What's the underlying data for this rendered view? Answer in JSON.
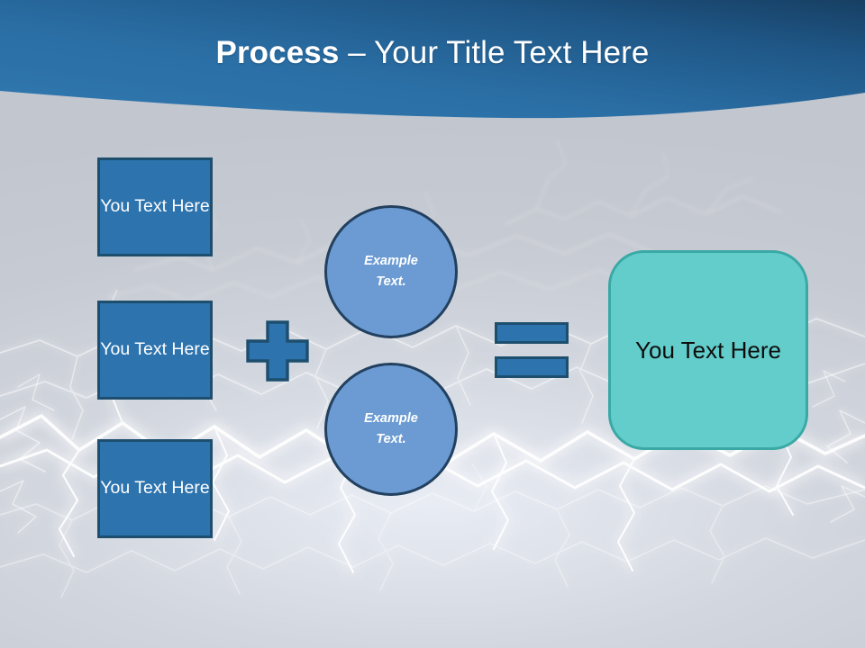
{
  "slide": {
    "title": {
      "bold_part": "Process",
      "rest_part": " – Your Title Text Here"
    },
    "inputs": [
      {
        "label": "You Text Here"
      },
      {
        "label": "You Text Here"
      },
      {
        "label": "You Text Here"
      }
    ],
    "operators": {
      "plus": "+",
      "equals": "="
    },
    "factors": [
      {
        "line1": "Example",
        "line2": "Text."
      },
      {
        "line1": "Example",
        "line2": "Text."
      }
    ],
    "result": {
      "label": "You Text Here"
    },
    "colors": {
      "header_top": "#1b4b75",
      "header_bottom": "#2e76ad",
      "slide_background": "#c8ccd4",
      "box_fill": "#2d73ae",
      "box_border": "#1d4e6e",
      "circle_fill": "#6b9bd2",
      "circle_border": "#22405f",
      "result_fill": "#63cdcb",
      "result_border": "#3aa9a6",
      "title_text": "#ffffff",
      "box_text": "#ffffff",
      "result_text": "#0d0d0d",
      "lightning": "#ffffff"
    }
  }
}
